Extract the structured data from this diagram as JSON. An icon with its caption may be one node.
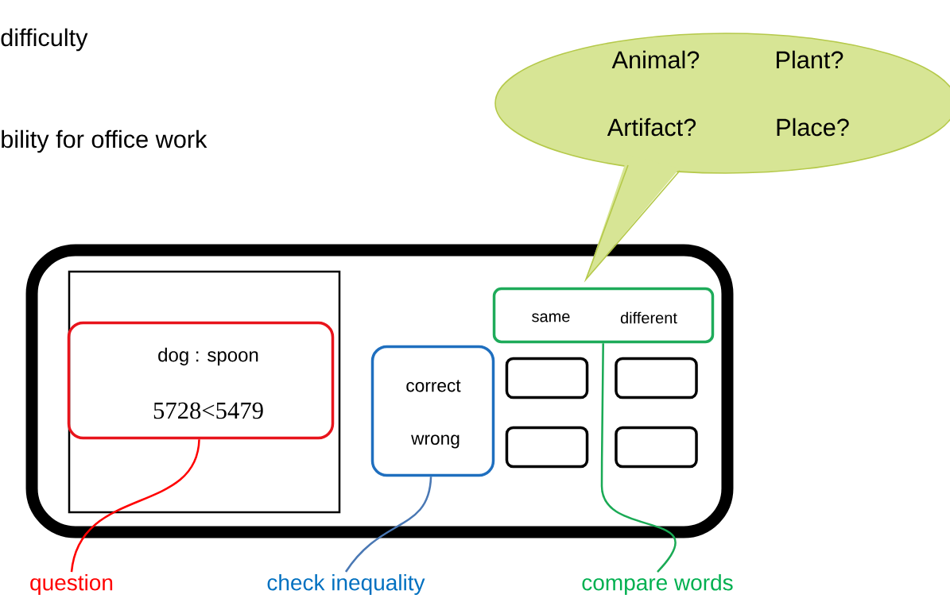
{
  "diagram": {
    "nodes": [
      {
        "text": [],
        "shape": "box"
      },
      {
        "text": [],
        "shape": "box",
        "in": 0
      },
      {
        "text": [
          "dog : spoon",
          "5728<5479"
        ],
        "in": 1
      },
      {
        "text": [
          "correct",
          "wrong"
        ],
        "in": 0
      },
      {
        "text": [
          "same",
          "different"
        ],
        "in": 0
      },
      {
        "text": [],
        "shape": "box",
        "in": 0
      },
      {
        "text": [],
        "shape": "box",
        "in": 0
      },
      {
        "text": [],
        "shape": "box",
        "in": 0
      },
      {
        "text": [],
        "shape": "box",
        "in": 0
      },
      {
        "text": [
          "Animal?",
          "Plant?",
          "Artifact?",
          "Place?"
        ]
      },
      {
        "text": [
          "question"
        ]
      },
      {
        "text": [
          "check inequality"
        ]
      },
      {
        "text": [
          "compare words"
        ]
      }
    ],
    "edges": [
      {
        "from": 2,
        "to": 10,
        "arrow": "none",
        "color": "#ff0000"
      },
      {
        "from": 3,
        "to": 11,
        "arrow": "none",
        "color": "#4a78b4"
      },
      {
        "from": 4,
        "to": 12,
        "arrow": "none",
        "color": "#1aaa55"
      }
    ],
    "labels": [
      "difficulty",
      "bility for office work"
    ]
  }
}
